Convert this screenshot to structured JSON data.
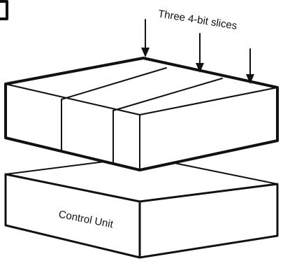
{
  "annotation": {
    "text": "Three 4-bit slices"
  },
  "control_block": {
    "label": "Control Unit"
  },
  "slice_block": {
    "slice_count": 3
  }
}
